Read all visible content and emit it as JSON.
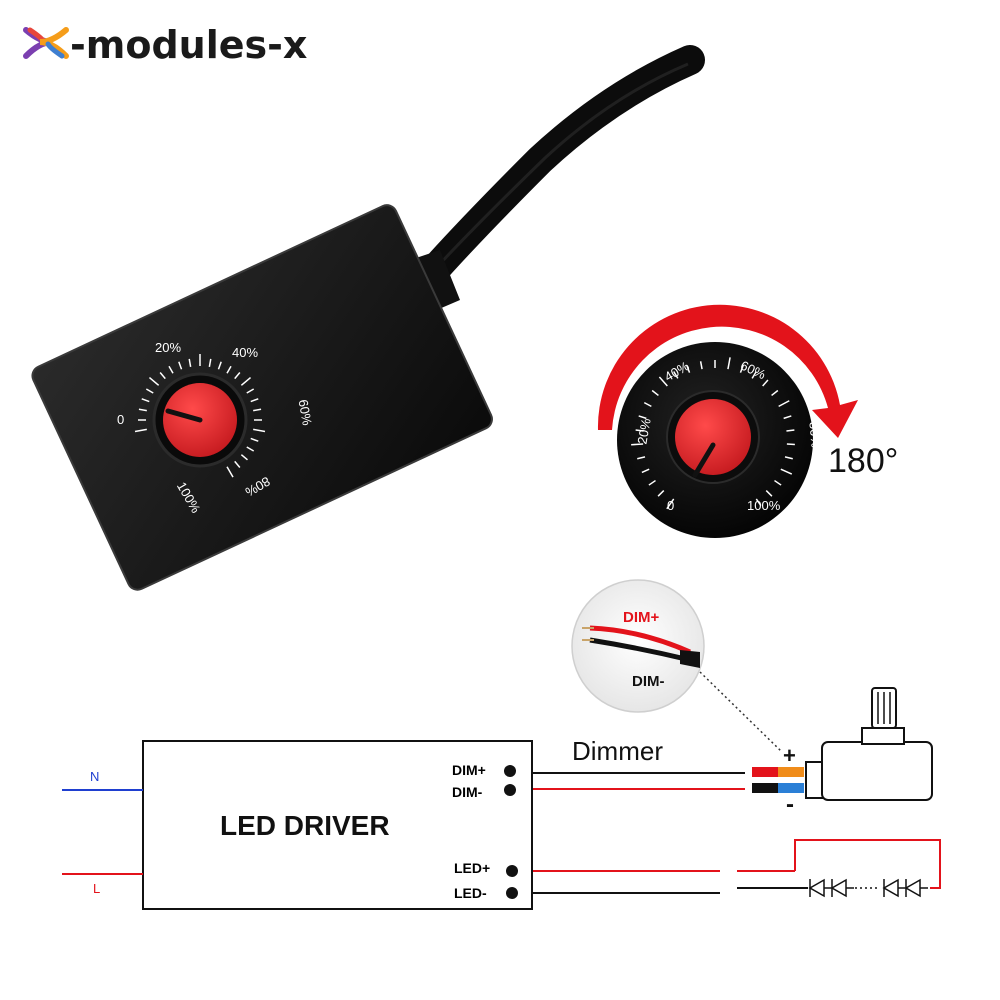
{
  "brand": {
    "name": "-modules-x",
    "logo_colors": [
      "#7b3fb0",
      "#e8463c",
      "#f59d1a",
      "#3f7fd0"
    ]
  },
  "device_dial": {
    "labels": [
      "0",
      "20%",
      "40%",
      "60%",
      "80%",
      "100%"
    ],
    "knob_color": "#e8252a",
    "body_color": "#111111"
  },
  "closeup_dial": {
    "labels": [
      "20%",
      "40%",
      "60%",
      "80%",
      "100%",
      "0"
    ],
    "rotation_label": "180°",
    "arrow_color": "#e3131b"
  },
  "wire_inset": {
    "plus_label": "DIM+",
    "minus_label": "DIM-",
    "plus_color": "#e3131b"
  },
  "wiring": {
    "driver_title": "LED DRIVER",
    "dim_plus": "DIM+",
    "dim_minus": "DIM-",
    "led_plus": "LED+",
    "led_minus": "LED-",
    "neutral_label": "N",
    "line_label": "L",
    "dimmer_label": "Dimmer",
    "plus_sign": "+",
    "minus_sign": "-",
    "neutral_color": "#1f3fd0",
    "line_color": "#e3131b"
  }
}
